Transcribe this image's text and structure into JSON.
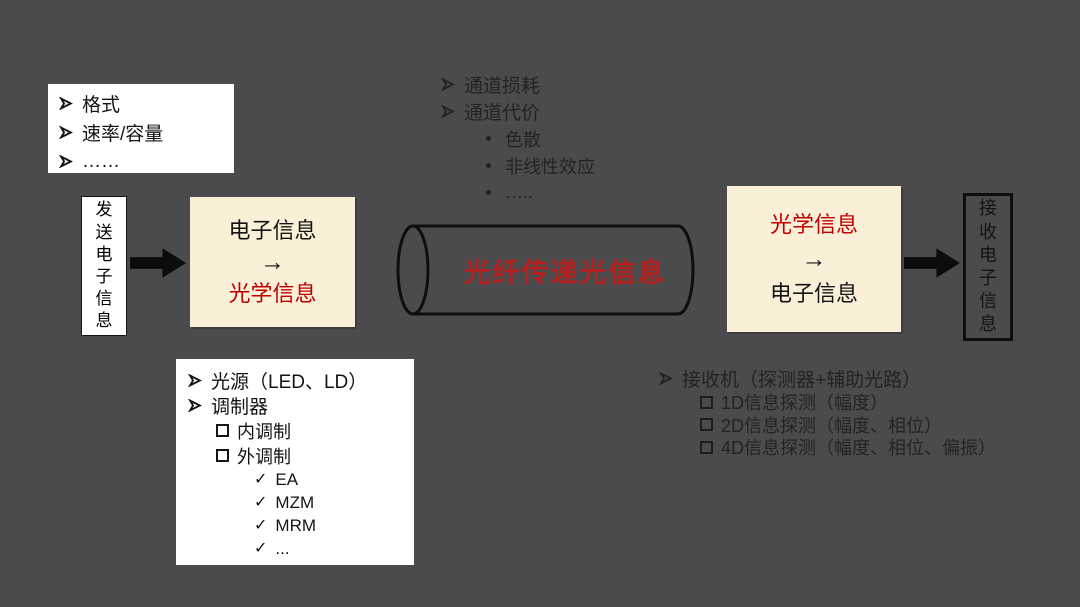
{
  "colors": {
    "background": "#4b4b4d",
    "white_box": "#ffffff",
    "cream_box": "#faf0d8",
    "accent_red": "#c00000",
    "fiber_red": "#b3221f",
    "ink": "#141414"
  },
  "top_left_list": {
    "items": [
      "格式",
      "速率/容量",
      "……"
    ]
  },
  "channel_list": {
    "level1": [
      "通道损耗",
      "通道代价"
    ],
    "level2": [
      "色散",
      "非线性效应",
      "….."
    ]
  },
  "sender_box": {
    "text": "发送电子信息"
  },
  "eo_box": {
    "top": "电子信息",
    "arrow": "→",
    "bottom": "光学信息"
  },
  "fiber": {
    "label": "光纤传递光信息"
  },
  "oe_box": {
    "top": "光学信息",
    "arrow": "→",
    "bottom": "电子信息"
  },
  "receiver_box": {
    "text": "接收电子信息"
  },
  "tx_list": {
    "level1": [
      "光源（LED、LD）",
      "调制器"
    ],
    "level2": [
      "内调制",
      "外调制"
    ],
    "check": "✓",
    "level3": [
      "EA",
      "MZM",
      "MRM",
      "..."
    ]
  },
  "rx_list": {
    "title": "接收机（探测器+辅助光路）",
    "items": [
      "1D信息探测（幅度）",
      "2D信息探测（幅度、相位）",
      "4D信息探测（幅度、相位、偏振）"
    ]
  }
}
